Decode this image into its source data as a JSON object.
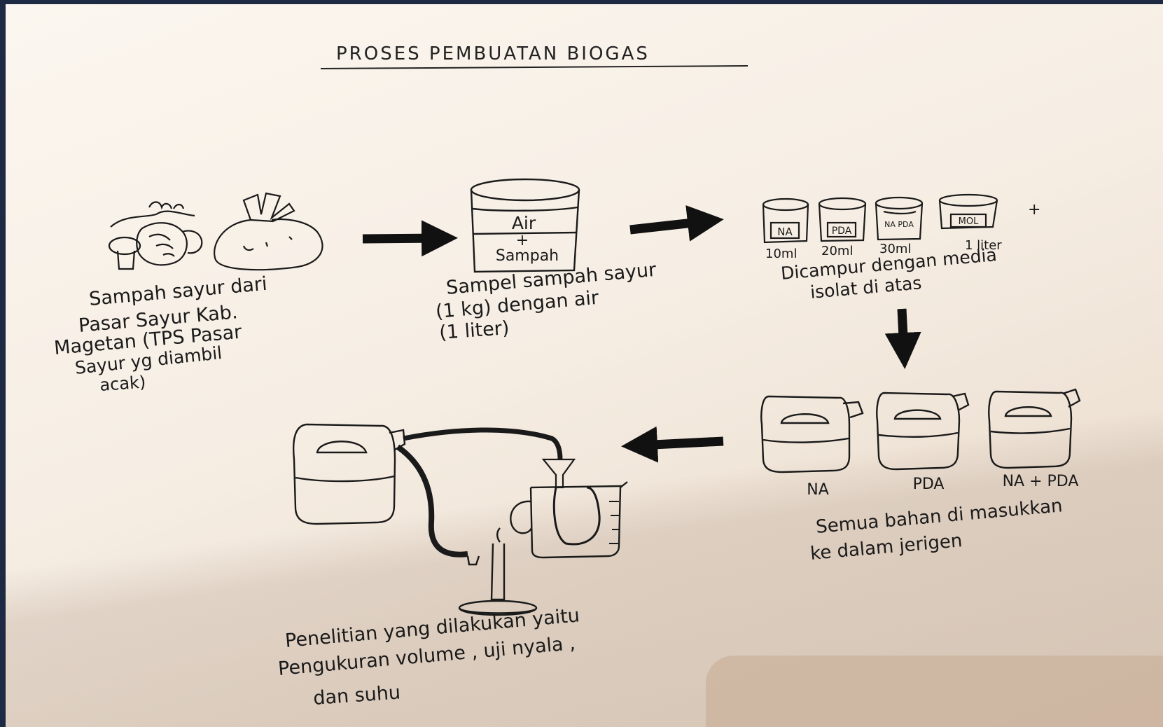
{
  "title": "PROSES PEMBUATAN BIOGAS",
  "steps": {
    "step1": {
      "lines": [
        "Sampah sayur dari",
        "Pasar Sayur Kab.",
        "Magetan (TPS Pasar",
        "Sayur yg diambil",
        "acak)"
      ]
    },
    "step2": {
      "container_top": "Air",
      "container_plus": "+",
      "container_bottom": "Sampah",
      "lines": [
        "Sampel sampah sayur",
        "(1 kg) dengan air",
        "(1 liter)"
      ]
    },
    "step3": {
      "jars": [
        {
          "label": "NA",
          "volume": "10ml"
        },
        {
          "label": "PDA",
          "volume": "20ml"
        },
        {
          "label": "NA PDA",
          "volume": "30ml"
        },
        {
          "label": "MOL",
          "volume": "1 liter"
        }
      ],
      "plus": "+",
      "lines": [
        "Dicampur dengan media",
        "isolat di atas"
      ]
    },
    "step4": {
      "jerrycans": [
        "NA",
        "PDA",
        "NA + PDA"
      ],
      "lines": [
        "Semua bahan di masukkan",
        "ke dalam jerigen"
      ]
    },
    "step5": {
      "lines": [
        "Penelitian yang dilakukan yaitu",
        "Pengukuran volume , uji nyala ,",
        "dan suhu"
      ]
    }
  },
  "colors": {
    "ink": "#1a1a1a",
    "paper": "#f6eee4"
  }
}
